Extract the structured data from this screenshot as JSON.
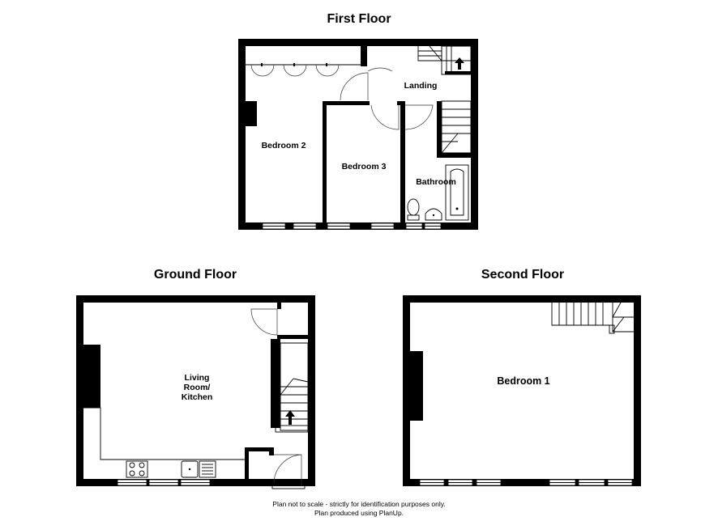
{
  "floors": {
    "first": {
      "title": "First Floor",
      "rooms": {
        "bedroom2": "Bedroom 2",
        "bedroom3": "Bedroom 3",
        "landing": "Landing",
        "bathroom": "Bathroom"
      }
    },
    "ground": {
      "title": "Ground Floor",
      "rooms": {
        "living": [
          "Living",
          "Room/",
          "Kitchen"
        ]
      }
    },
    "second": {
      "title": "Second Floor",
      "rooms": {
        "bedroom1": "Bedroom 1"
      }
    }
  },
  "footer": {
    "line1": "Plan not to scale - strictly for identification purposes only.",
    "line2": "Plan produced using PlanUp."
  },
  "colors": {
    "walls": "#000000",
    "background": "#ffffff"
  }
}
